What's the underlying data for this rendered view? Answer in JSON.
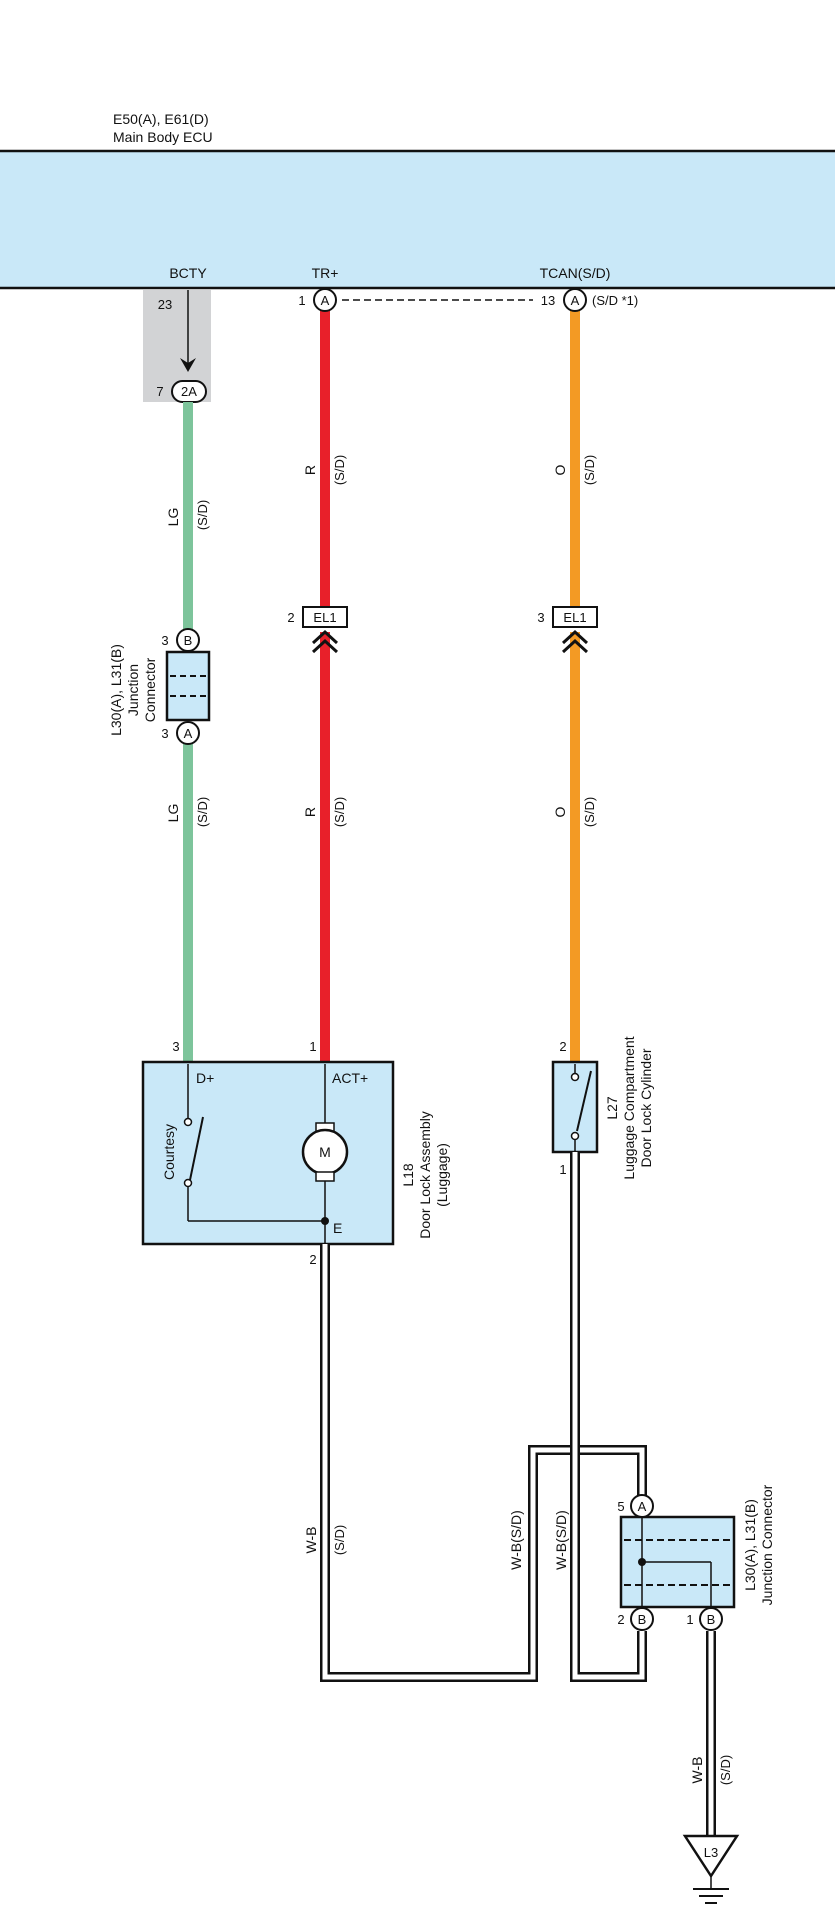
{
  "ecu": {
    "title_line1": "E50(A), E61(D)",
    "title_line2": "Main Body ECU",
    "terminals": {
      "bcty": "BCTY",
      "tr": "TR+",
      "tcan": "TCAN(S/D)"
    },
    "pins": {
      "bcty_pin": "23",
      "tr_pin": "1",
      "tr_conn": "A",
      "tcan_pin": "13",
      "tcan_conn": "A",
      "tcan_note": "(S/D *1)"
    },
    "fill_color": "#c9e8f8"
  },
  "junction_2a": {
    "pin": "7",
    "label": "2A"
  },
  "wires": {
    "lg_color_code": "LG",
    "r_color_code": "R",
    "o_color_code": "O",
    "wb_color_code": "W-B",
    "wb_sd_code": "W-B(S/D)",
    "sd_tag": "(S/D)",
    "lg_hex": "#7dc49b",
    "r_hex": "#e8202a",
    "o_hex": "#f39a24"
  },
  "connector_el1": {
    "label": "EL1",
    "r_pin": "2",
    "o_pin": "3"
  },
  "junction_connector_top": {
    "line1": "L30(A), L31(B)",
    "line2": "Junction",
    "line3": "Connector",
    "top_pin": "3",
    "top_conn": "B",
    "bottom_pin": "3",
    "bottom_conn": "A"
  },
  "door_lock": {
    "id": "L18",
    "line2": "Door Lock Assembly",
    "line3": "(Luggage)",
    "terminal_d": "D+",
    "terminal_act": "ACT+",
    "terminal_e": "E",
    "switch_label": "Courtesy",
    "motor_label": "M",
    "pin_d": "3",
    "pin_act": "1",
    "pin_e": "2"
  },
  "luggage_cylinder": {
    "id": "L27",
    "line2": "Luggage Compartment",
    "line3": "Door Lock Cylinder",
    "pin_top": "2",
    "pin_bottom": "1"
  },
  "junction_connector_bottom": {
    "line1": "L30(A), L31(B)",
    "line2": "Junction Connector",
    "top_pin": "5",
    "top_conn": "A",
    "left_pin": "2",
    "left_conn": "B",
    "right_pin": "1",
    "right_conn": "B"
  },
  "ground": {
    "label": "L3"
  }
}
